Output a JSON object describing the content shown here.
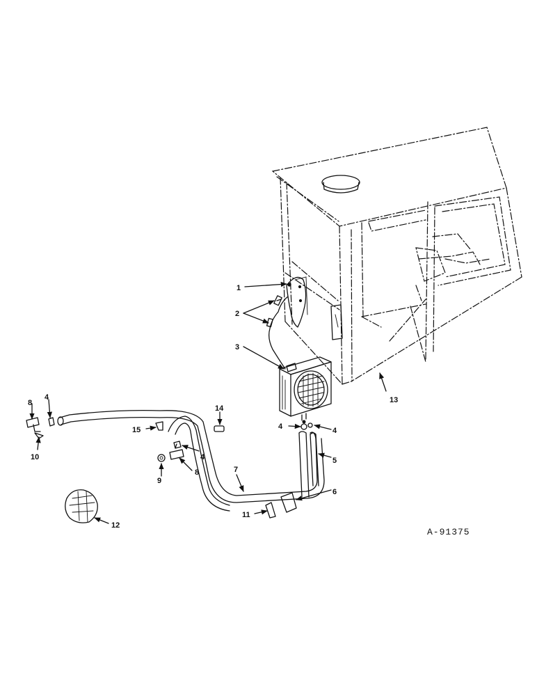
{
  "figure_id": "A-91375",
  "callouts": {
    "c1": "1",
    "c2": "2",
    "c3": "3",
    "c4a": "4",
    "c4b": "4",
    "c4c": "4",
    "c4d": "4",
    "c5": "5",
    "c6": "6",
    "c7": "7",
    "c8a": "8",
    "c8b": "8",
    "c9": "9",
    "c10": "10",
    "c11": "11",
    "c12": "12",
    "c13": "13",
    "c14": "14",
    "c15": "15"
  }
}
